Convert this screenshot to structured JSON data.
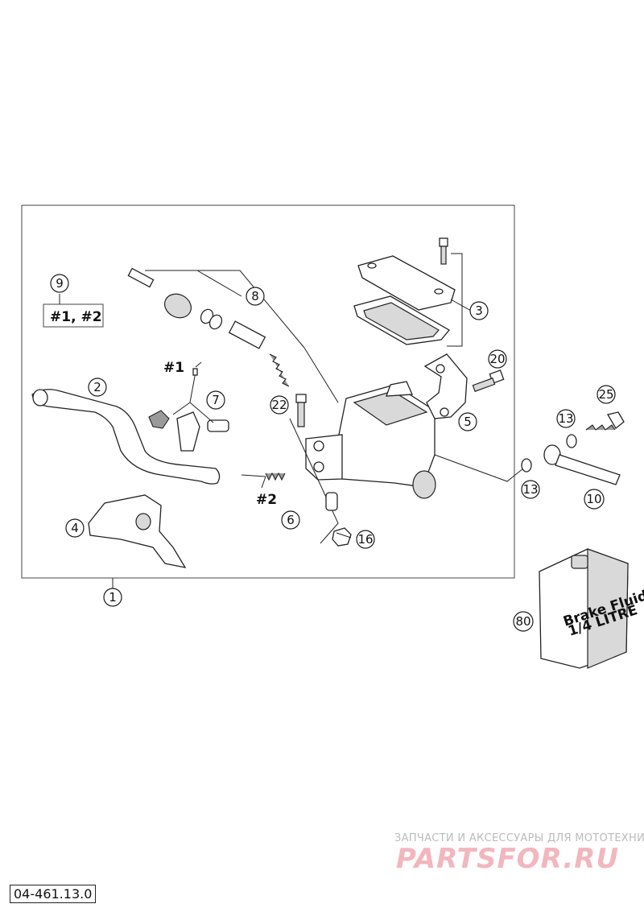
{
  "diagram": {
    "callouts": {
      "c1": "1",
      "c2": "2",
      "c3": "3",
      "c4": "4",
      "c5": "5",
      "c6": "6",
      "c7": "7",
      "c8": "8",
      "c9": "9",
      "c10": "10",
      "c13a": "13",
      "c13b": "13",
      "c16": "16",
      "c20": "20",
      "c22": "22",
      "c25": "25",
      "c80": "80"
    },
    "refs": {
      "kit_label": "#1, #2",
      "ref1": "#1",
      "ref2": "#2"
    },
    "bottle": {
      "line1": "Brake Fluid",
      "line2": "1/4 LITRE"
    }
  },
  "watermark": {
    "subtitle": "ЗАПЧАСТИ И АКСЕССУАРЫ ДЛЯ МОТОТЕХНИКИ",
    "brand": "PARTSFOR.RU"
  },
  "drawing_number": "04-461.13.0"
}
